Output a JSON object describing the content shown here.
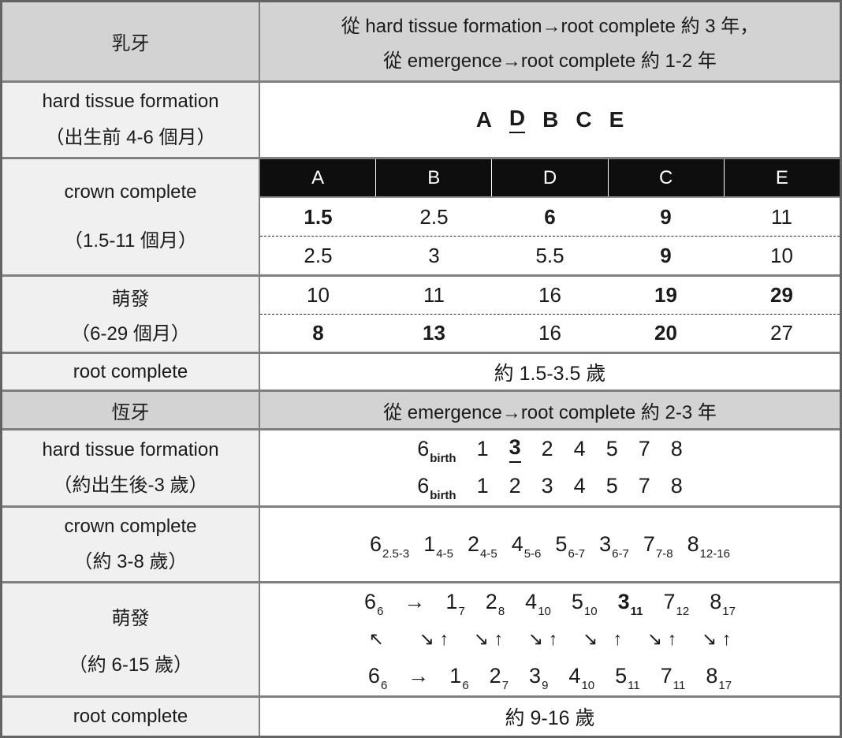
{
  "palette": {
    "outer_border": "#636363",
    "grid_line": "#808080",
    "header_row_bg": "#d3d3d3",
    "label_cell_bg": "#f0f0f0",
    "black_header_bg": "#0e0e0e",
    "black_header_text": "#ffffff",
    "text": "#1b1b1b"
  },
  "primary": {
    "title": "乳牙",
    "summary_line1": "從 hard tissue formation→root complete 約 3 年，",
    "summary_line2": "從 emergence→root complete 約 1-2 年",
    "hard_tissue_label_en": "hard tissue formation",
    "hard_tissue_label_zh": "（出生前 4-6 個月）",
    "hard_tissue_sequence": [
      {
        "m": "A"
      },
      {
        "m": "D",
        "u": 1
      },
      {
        "m": "B"
      },
      {
        "m": "C"
      },
      {
        "m": "E"
      }
    ],
    "crown_label_en": "crown complete",
    "crown_label_zh": "（1.5-11 個月）",
    "table_header": [
      {
        "t": "A"
      },
      {
        "t": "B"
      },
      {
        "t": "D"
      },
      {
        "t": "C"
      },
      {
        "t": "E"
      }
    ],
    "crown_upper": [
      {
        "t": "1.5",
        "b": 1
      },
      {
        "t": "2.5"
      },
      {
        "t": "6",
        "b": 1
      },
      {
        "t": "9",
        "b": 1
      },
      {
        "t": "11"
      }
    ],
    "crown_lower": [
      {
        "t": "2.5"
      },
      {
        "t": "3"
      },
      {
        "t": "5.5"
      },
      {
        "t": "9",
        "b": 1
      },
      {
        "t": "10"
      }
    ],
    "eruption_label_zh": "萌發",
    "eruption_label_range": "（6-29 個月）",
    "eruption_upper": [
      {
        "t": "10"
      },
      {
        "t": "11"
      },
      {
        "t": "16"
      },
      {
        "t": "19",
        "b": 1
      },
      {
        "t": "29",
        "b": 1
      }
    ],
    "eruption_lower": [
      {
        "t": "8",
        "b": 1
      },
      {
        "t": "13",
        "b": 1
      },
      {
        "t": "16"
      },
      {
        "t": "20",
        "b": 1
      },
      {
        "t": "27"
      }
    ],
    "root_label": "root complete",
    "root_value": "約 1.5-3.5 歲"
  },
  "permanent": {
    "title": "恆牙",
    "summary": "從 emergence→root complete 約 2-3 年",
    "hard_tissue_label_en": "hard tissue formation",
    "hard_tissue_label_zh": "（約出生後-3 歲）",
    "hard_tissue_upper": [
      {
        "m": "6",
        "s": "birth",
        "sb": 1
      },
      {
        "m": "1"
      },
      {
        "m": "3",
        "b": 1,
        "u": 1
      },
      {
        "m": "2"
      },
      {
        "m": "4"
      },
      {
        "m": "5"
      },
      {
        "m": "7"
      },
      {
        "m": "8"
      }
    ],
    "hard_tissue_lower": [
      {
        "m": "6",
        "s": "birth",
        "sb": 1
      },
      {
        "m": "1"
      },
      {
        "m": "2"
      },
      {
        "m": "3"
      },
      {
        "m": "4"
      },
      {
        "m": "5"
      },
      {
        "m": "7"
      },
      {
        "m": "8"
      }
    ],
    "crown_label_en": "crown complete",
    "crown_label_zh": "（約 3-8 歲）",
    "crown_sequence": [
      {
        "m": "6",
        "s": "2.5-3"
      },
      {
        "m": "1",
        "s": "4-5"
      },
      {
        "m": "2",
        "s": "4-5"
      },
      {
        "m": "4",
        "s": "5-6"
      },
      {
        "m": "5",
        "s": "6-7"
      },
      {
        "m": "3",
        "s": "6-7"
      },
      {
        "m": "7",
        "s": "7-8"
      },
      {
        "m": "8",
        "s": "12-16"
      }
    ],
    "eruption_label_zh": "萌發",
    "eruption_label_range": "（約 6-15 歲）",
    "eruption_upper": [
      {
        "m": "6",
        "s": "6"
      },
      {
        "m": "→"
      },
      {
        "m": "1",
        "s": "7"
      },
      {
        "m": "2",
        "s": "8"
      },
      {
        "m": "4",
        "s": "10"
      },
      {
        "m": "5",
        "s": "10"
      },
      {
        "m": "3",
        "s": "11",
        "b": 1,
        "sb": 1
      },
      {
        "m": "7",
        "s": "12"
      },
      {
        "m": "8",
        "s": "17"
      }
    ],
    "eruption_arrows": "↖       ↘ ↑     ↘ ↑     ↘ ↑     ↘   ↑     ↘ ↑     ↘ ↑",
    "eruption_lower": [
      {
        "m": "6",
        "s": "6"
      },
      {
        "m": "→"
      },
      {
        "m": "1",
        "s": "6"
      },
      {
        "m": "2",
        "s": "7"
      },
      {
        "m": "3",
        "s": "9"
      },
      {
        "m": "4",
        "s": "10"
      },
      {
        "m": "5",
        "s": "11"
      },
      {
        "m": "7",
        "s": "11"
      },
      {
        "m": "8",
        "s": "17"
      }
    ],
    "root_label": "root complete",
    "root_value": "約 9-16 歲"
  }
}
